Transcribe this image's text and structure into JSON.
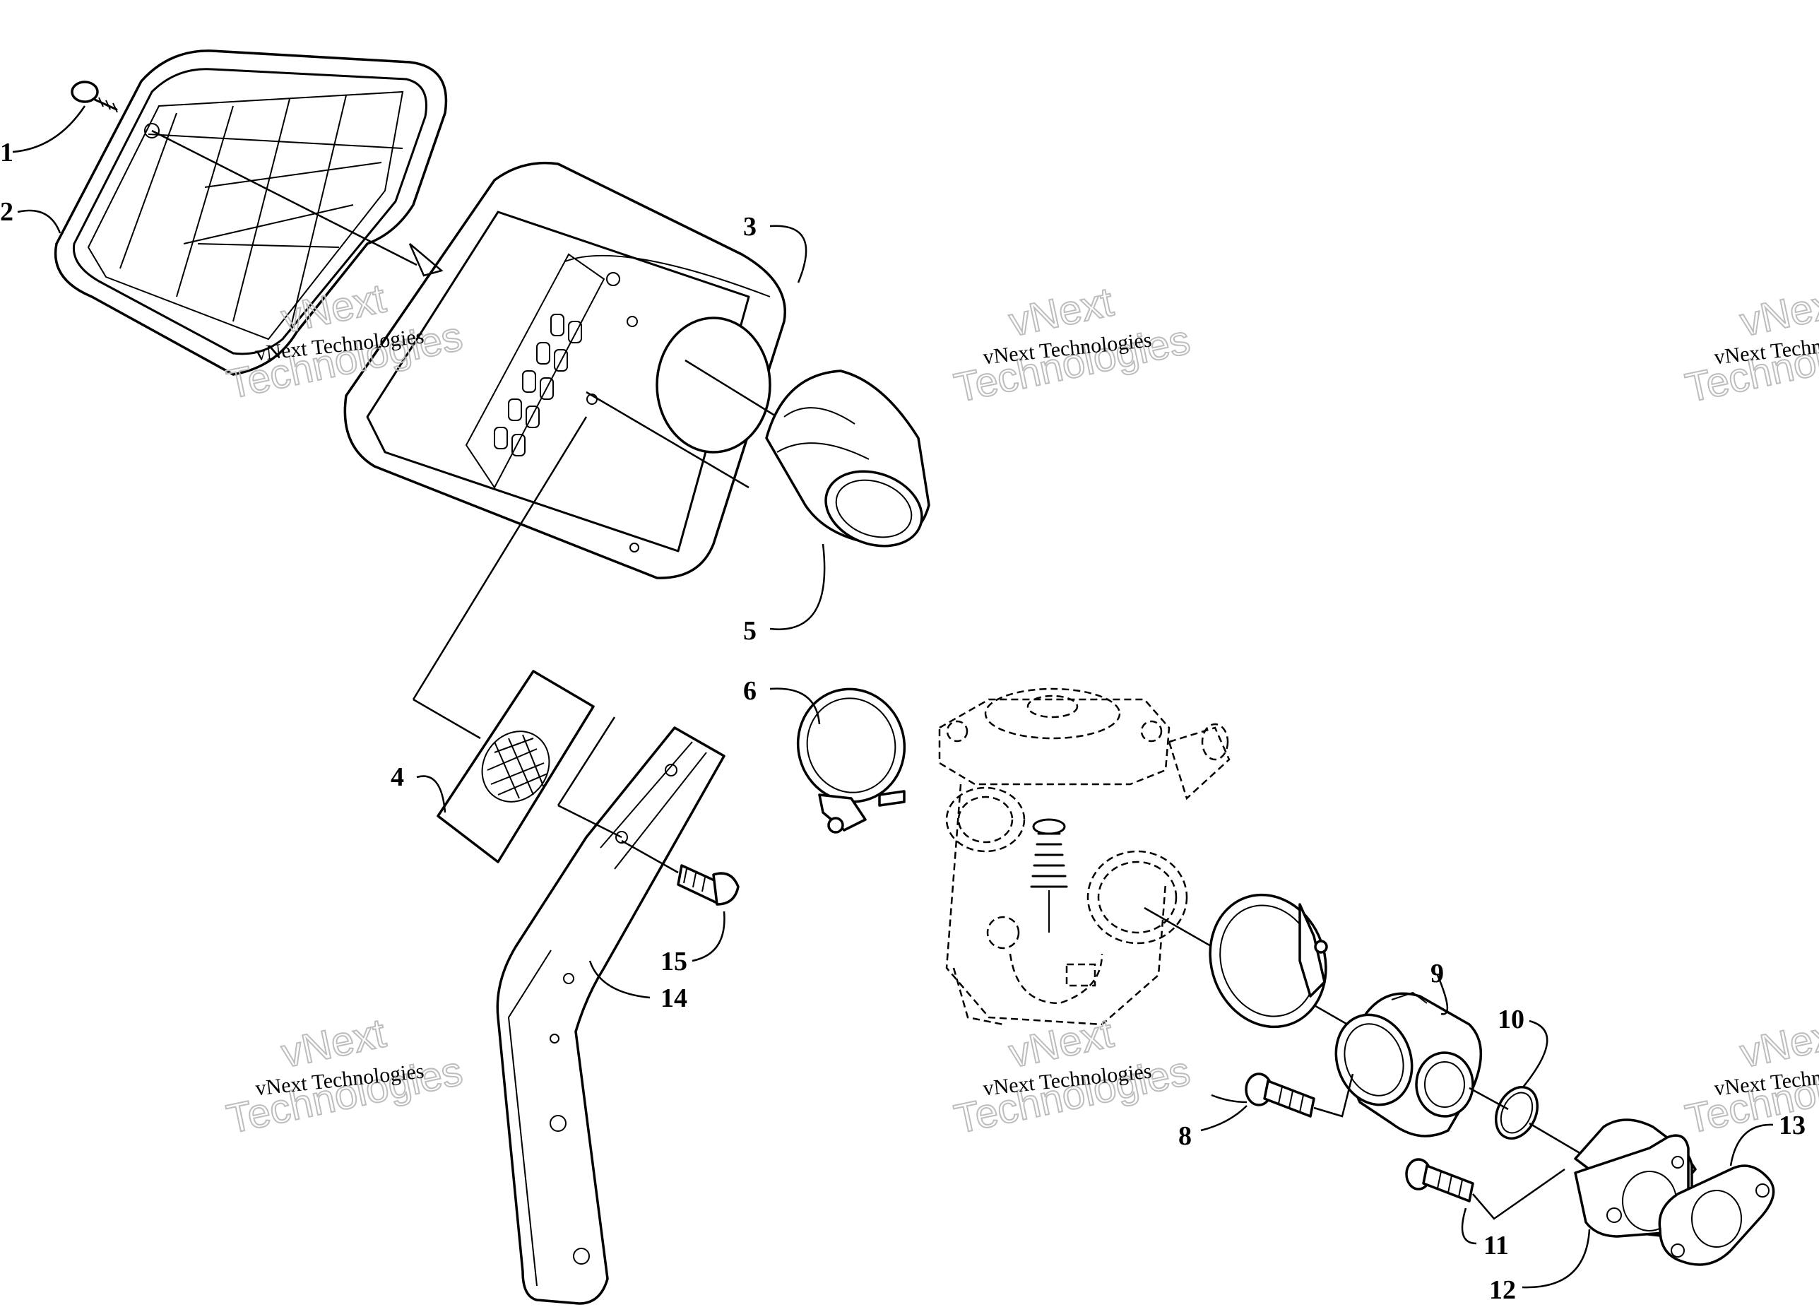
{
  "callouts": [
    {
      "id": "1",
      "label": "1"
    },
    {
      "id": "2",
      "label": "2"
    },
    {
      "id": "3",
      "label": "3"
    },
    {
      "id": "4",
      "label": "4"
    },
    {
      "id": "5",
      "label": "5"
    },
    {
      "id": "6",
      "label": "6"
    },
    {
      "id": "8",
      "label": "8"
    },
    {
      "id": "9",
      "label": "9"
    },
    {
      "id": "10",
      "label": "10"
    },
    {
      "id": "11",
      "label": "11"
    },
    {
      "id": "12",
      "label": "12"
    },
    {
      "id": "13",
      "label": "13"
    },
    {
      "id": "14",
      "label": "14"
    },
    {
      "id": "15",
      "label": "15"
    }
  ],
  "watermark": {
    "line_small": "vNext Technologies",
    "line_big_top": "vNext",
    "line_big_bottom": "Technologies"
  }
}
